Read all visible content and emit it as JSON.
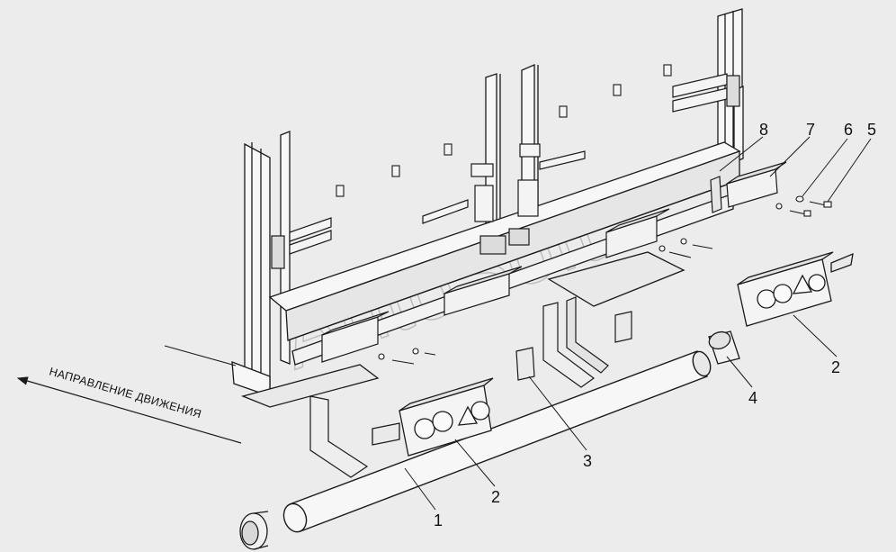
{
  "direction_label": "НАПРАВЛЕНИЕ ДВИЖЕНИЯ",
  "watermark": "AutoSoft",
  "callouts": {
    "c1": "1",
    "c2a": "2",
    "c2b": "2",
    "c3": "3",
    "c4": "4",
    "c5": "5",
    "c6": "6",
    "c7": "7",
    "c8": "8"
  },
  "colors": {
    "background": "#ececec",
    "line": "#1a1a1a",
    "part_fill": "#f7f7f7",
    "shade": "#cfcfcf"
  }
}
